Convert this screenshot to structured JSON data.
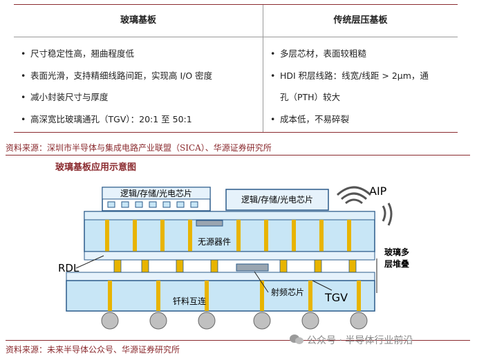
{
  "table": {
    "headers": [
      "玻璃基板",
      "传统层压基板"
    ],
    "left_items": [
      "尺寸稳定性高，翘曲程度低",
      "表面光滑，支持精细线路间距，实现高 I/O 密度",
      "减小封装尺寸与厚度",
      "高深宽比玻璃通孔（TGV）：20:1 至 50:1"
    ],
    "right_items": [
      "多层芯材，表面较粗糙",
      "HDI 积层线路：线宽/线距 > 2μm，通",
      "孔（PTH）较大",
      "成本低，不易碎裂"
    ],
    "bullet": "•"
  },
  "source1": "资料来源：深圳市半导体与集成电路产业联盟（SICA）、华源证券研究所",
  "figure_title": "玻璃基板应用示意图",
  "diagram": {
    "chip_left": "逻辑/存储/光电芯片",
    "chip_right": "逻辑/存储/光电芯片",
    "aip": "AIP",
    "passive": "无源器件",
    "rdl": "RDL",
    "glass_stack_l1": "玻璃多",
    "glass_stack_l2": "层堆叠",
    "solder": "钎料互连",
    "rf": "射频芯片",
    "tgv": "TGV"
  },
  "source2": "资料来源：未来半导体公众号、华源证券研究所",
  "watermark": "公众号 · 半导体行业前沿",
  "colors": {
    "accent": "#8a2a2e",
    "glass": "#c8e6f6",
    "tgv": "#e8b400"
  }
}
